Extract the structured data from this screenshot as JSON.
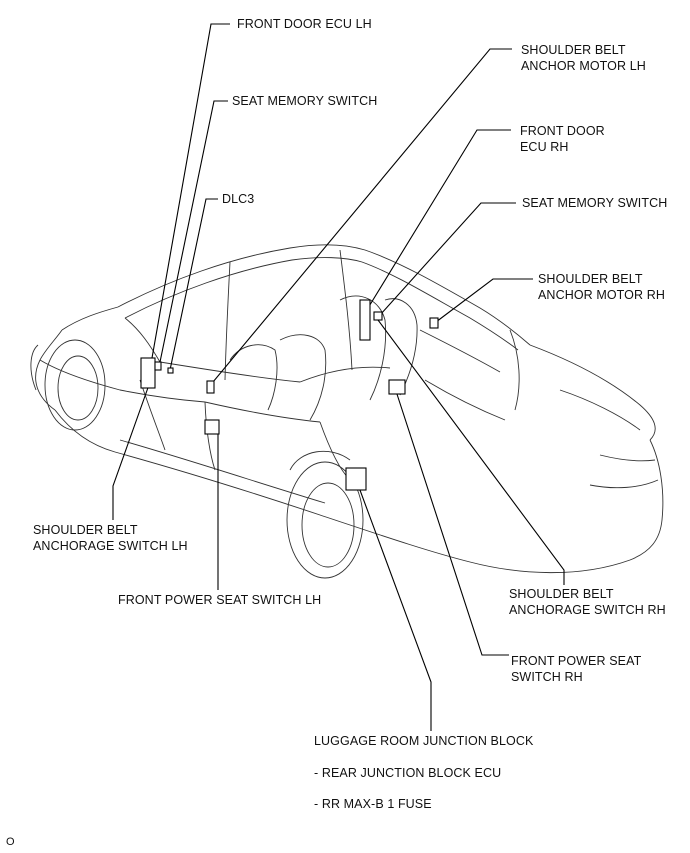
{
  "labels": {
    "front_door_ecu_lh": "FRONT DOOR ECU LH",
    "seat_memory_switch_lh": "SEAT MEMORY SWITCH",
    "dlc3": "DLC3",
    "shoulder_belt_anchor_motor_lh_1": "SHOULDER BELT",
    "shoulder_belt_anchor_motor_lh_2": "ANCHOR MOTOR LH",
    "front_door_ecu_rh_1": "FRONT DOOR",
    "front_door_ecu_rh_2": "ECU RH",
    "seat_memory_switch_rh": "SEAT MEMORY SWITCH",
    "shoulder_belt_anchor_motor_rh_1": "SHOULDER BELT",
    "shoulder_belt_anchor_motor_rh_2": "ANCHOR MOTOR RH",
    "shoulder_belt_anchorage_switch_lh_1": "SHOULDER BELT",
    "shoulder_belt_anchorage_switch_lh_2": "ANCHORAGE SWITCH LH",
    "front_power_seat_switch_lh": "FRONT POWER SEAT SWITCH LH",
    "shoulder_belt_anchorage_switch_rh_1": "SHOULDER BELT",
    "shoulder_belt_anchorage_switch_rh_2": "ANCHORAGE SWITCH RH",
    "front_power_seat_switch_rh_1": "FRONT POWER SEAT",
    "front_power_seat_switch_rh_2": "SWITCH RH",
    "luggage_room_junction_block": "LUGGAGE ROOM JUNCTION BLOCK",
    "rear_junction_block_ecu": "- REAR JUNCTION BLOCK ECU",
    "rr_max_b_fuse": "- RR MAX-B 1 FUSE"
  },
  "figure_code": "O"
}
